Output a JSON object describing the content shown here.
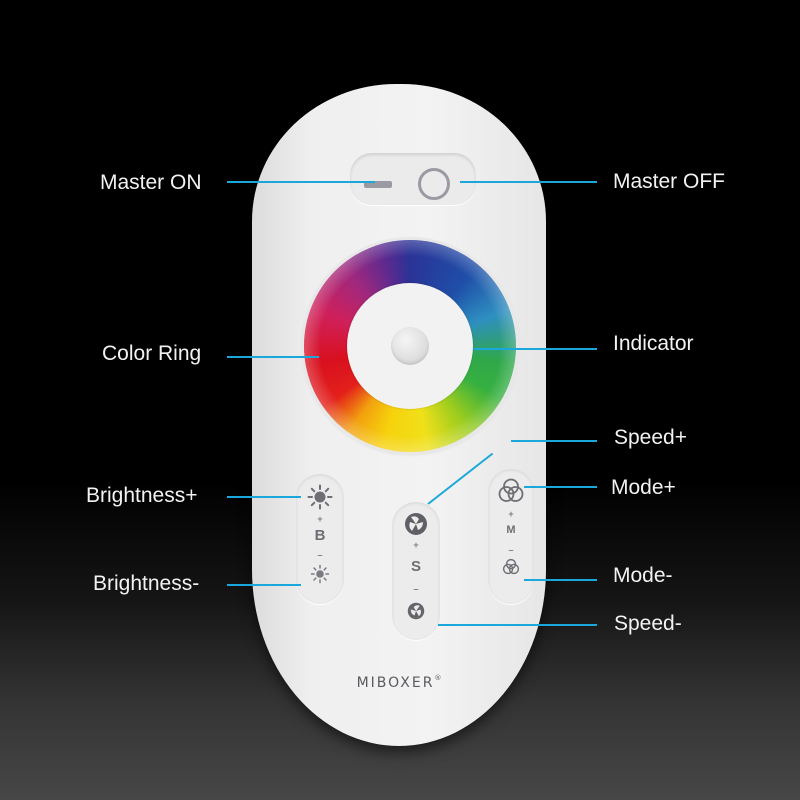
{
  "remote": {
    "brand": "MIBOXER",
    "brand_mark": "®",
    "buttons": {
      "brightness": {
        "plus": "+",
        "letter": "B",
        "minus": "–"
      },
      "speed": {
        "plus": "+",
        "letter": "S",
        "minus": "–"
      },
      "mode": {
        "plus": "+",
        "letter": "M",
        "minus": "–"
      }
    }
  },
  "callouts": {
    "left": [
      {
        "id": "master-on",
        "label": "Master ON"
      },
      {
        "id": "color-ring",
        "label": "Color Ring"
      },
      {
        "id": "brightness-plus",
        "label": "Brightness+"
      },
      {
        "id": "brightness-minus",
        "label": "Brightness-"
      }
    ],
    "right": [
      {
        "id": "master-off",
        "label": "Master OFF"
      },
      {
        "id": "indicator",
        "label": "Indicator"
      },
      {
        "id": "speed-plus",
        "label": "Speed+"
      },
      {
        "id": "mode-plus",
        "label": "Mode+"
      },
      {
        "id": "mode-minus",
        "label": "Mode-"
      },
      {
        "id": "speed-minus",
        "label": "Speed-"
      }
    ]
  },
  "colors": {
    "callout_line": "#1aa8dc",
    "label_text": "#f2f2f2",
    "remote_body": "#efefef",
    "icon_gray": "#6e6e74"
  }
}
